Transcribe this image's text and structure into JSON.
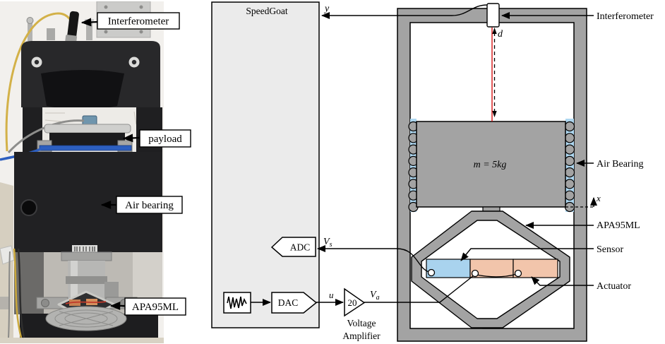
{
  "figure": {
    "photo": {
      "labels": {
        "interferometer": "Interferometer",
        "payload": "payload",
        "air_bearing": "Air bearing",
        "apa": "APA95ML"
      }
    },
    "schematic": {
      "speedgoat_label": "SpeedGoat",
      "adc_label": "ADC",
      "dac_label": "DAC",
      "amp_gain": "20",
      "amp_name_line1": "Voltage",
      "amp_name_line2": "Amplifier",
      "mass_label": "m = 5kg",
      "signals": {
        "y": "y",
        "d": "d",
        "u": "u",
        "x": "x",
        "v": "V",
        "sub_s": "s",
        "sub_a": "a"
      },
      "side_labels": {
        "interferometer": "Interferometer",
        "air_bearing": "Air Bearing",
        "apa": "APA95ML",
        "sensor": "Sensor",
        "actuator": "Actuator"
      }
    },
    "colors": {
      "structure_gray": "#a3a3a3",
      "bearing_blue": "#aed7f0",
      "sensor_blue": "#a9d3ee",
      "actuator_salmon": "#f2c5ab",
      "laser_red": "#d40000",
      "speedgoat_bg": "#ebebeb"
    }
  }
}
